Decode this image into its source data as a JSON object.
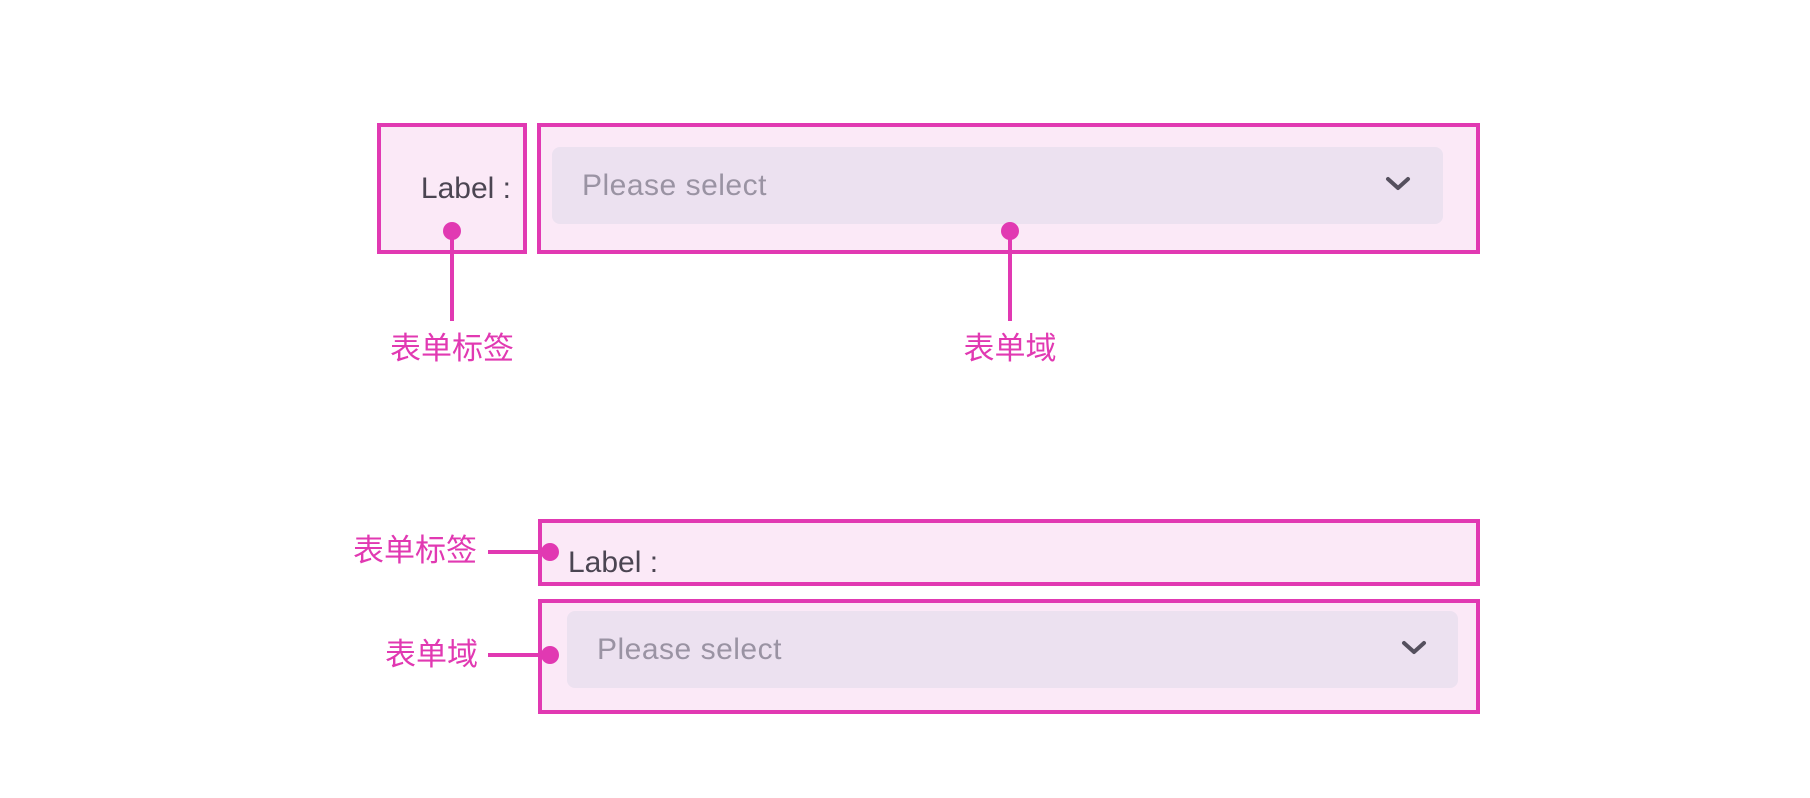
{
  "colors": {
    "accent": "#e139b2",
    "box_fill": "#fbe9f7",
    "control_fill": "#ece1f0",
    "label_text": "#4b4552",
    "placeholder_text": "#9a93a3",
    "chevron": "#55505e",
    "page_background": "#ffffff"
  },
  "horizontal_form": {
    "label": "Label :",
    "select_placeholder": "Please select",
    "chevron_icon": "chevron-down",
    "annotation_label": "表单标签",
    "annotation_field": "表单域"
  },
  "vertical_form": {
    "label": "Label :",
    "select_placeholder": "Please select",
    "chevron_icon": "chevron-down",
    "annotation_label": "表单标签",
    "annotation_field": "表单域"
  }
}
